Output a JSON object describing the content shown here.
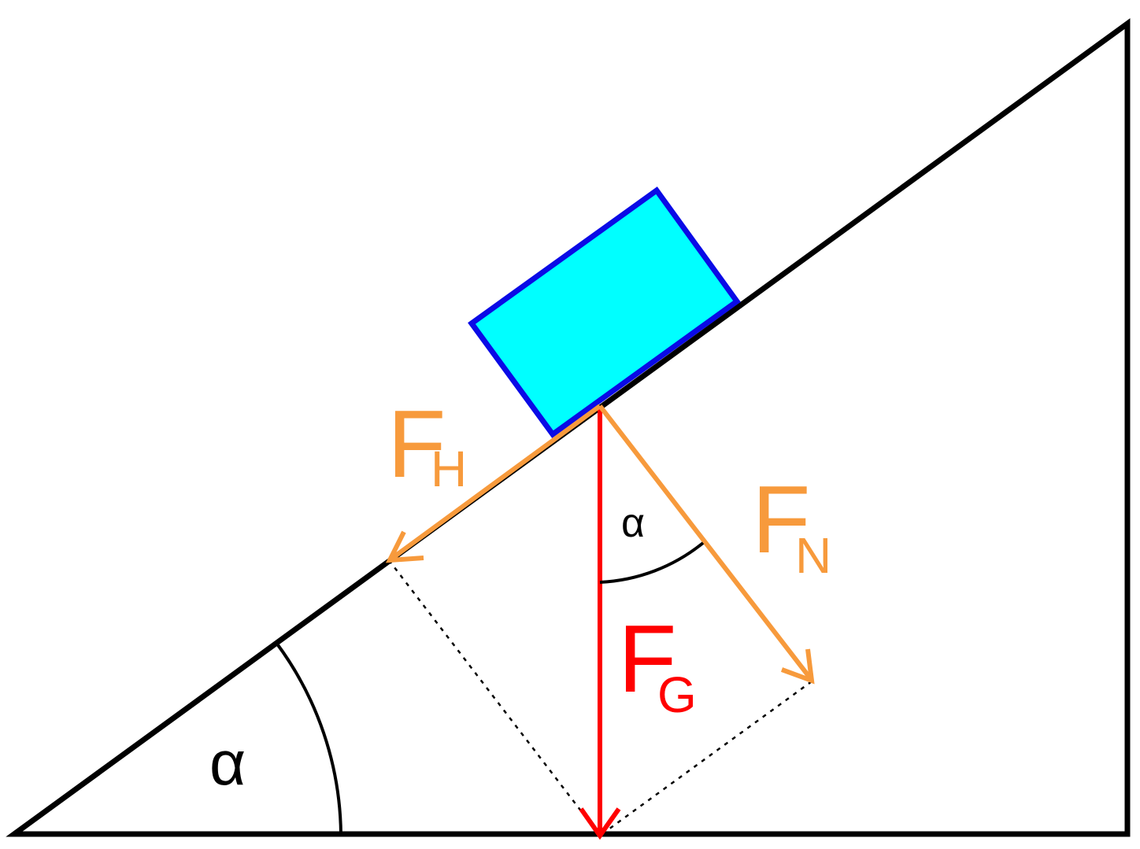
{
  "colors": {
    "background": "#ffffff",
    "incline": "#000000",
    "block_fill": "#00ffff",
    "block_stroke": "#0a0ae6",
    "gravity_force": "#ff0000",
    "component_forces": "#f79a3c",
    "construction_lines": "#000000"
  },
  "labels": {
    "incline_angle": "α",
    "inner_angle": "α",
    "downhill_force_main": "F",
    "downhill_force_sub": "H",
    "normal_force_main": "F",
    "normal_force_sub": "N",
    "gravity_force_main": "F",
    "gravity_force_sub": "G"
  }
}
